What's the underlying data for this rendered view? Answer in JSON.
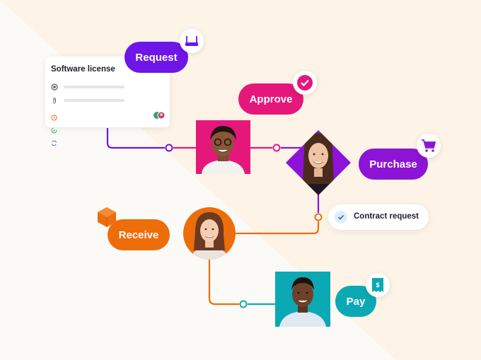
{
  "card": {
    "title": "Software license"
  },
  "steps": {
    "request": "Request",
    "approve": "Approve",
    "purchase": "Purchase",
    "receive": "Receive",
    "pay": "Pay"
  },
  "chip": {
    "label": "Contract request"
  },
  "colors": {
    "request": "#6e16e8",
    "approve": "#e5177b",
    "purchase": "#8d14d6",
    "receive": "#ed6d0a",
    "pay": "#0aa9b4",
    "background": "#fdf3e6"
  },
  "icons": {
    "request": "inbox-tray-icon",
    "approve": "checkmark-circle-icon",
    "purchase": "shopping-cart-icon",
    "receive": "package-box-icon",
    "pay": "receipt-dollar-icon",
    "chip": "checkmark-icon"
  }
}
